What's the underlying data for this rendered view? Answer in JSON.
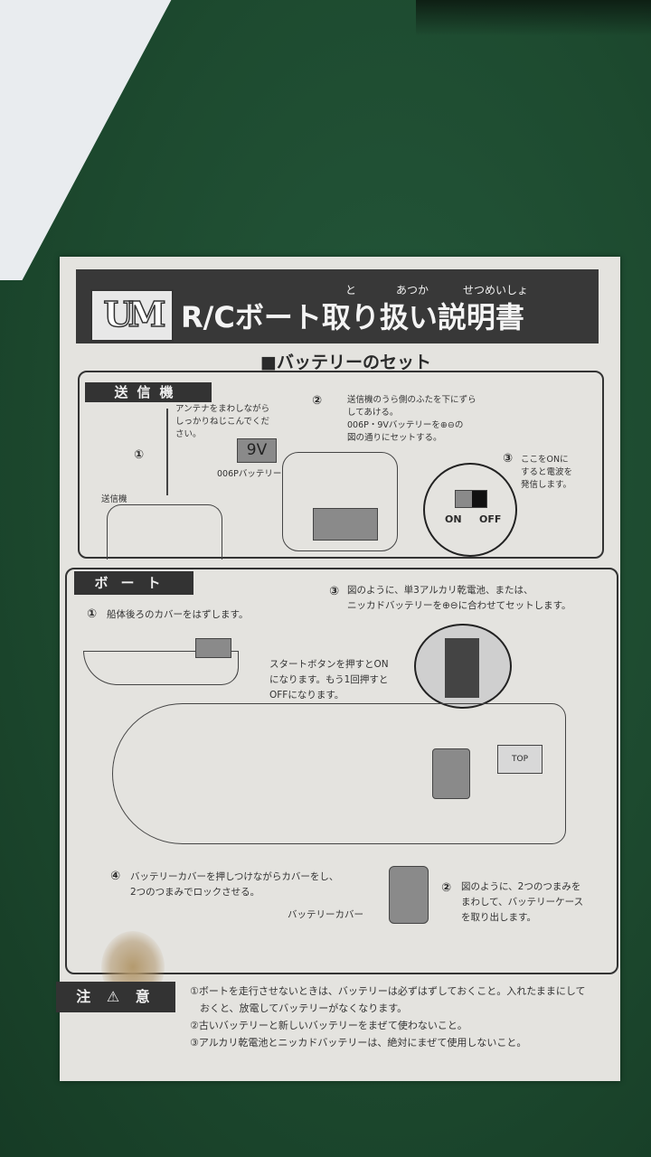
{
  "header": {
    "logo_text": "UM",
    "title": "R/Cボート取り扱い説明書",
    "ruby": [
      "と",
      "あつか",
      "せつめいしょ"
    ]
  },
  "subtitle": "■バッテリーのセット",
  "transmitter": {
    "label": "送信機",
    "step1": [
      "アンテナをまわしながら",
      "しっかりねじこんでくだ",
      "さい。"
    ],
    "step1_num": "①",
    "transmitter_label": "送信機",
    "battery_label": "9V",
    "battery_name": "006Pバッテリー",
    "step2_num": "②",
    "step2": [
      "送信機のうら側のふたを下にずら",
      "してあける。",
      "006P・9Vバッテリーを⊕⊖の",
      "図の通りにセットする。"
    ],
    "step3_num": "③",
    "step3": [
      "ここをONに",
      "すると電波を",
      "発信します。"
    ],
    "switch_on": "ON",
    "switch_off": "OFF"
  },
  "boat": {
    "label": "ボート",
    "step1_num": "①",
    "step1": "船体後ろのカバーをはずします。",
    "start_note": [
      "スタートボタンを押すとON",
      "になります。もう1回押すと",
      "OFFになります。"
    ],
    "step3_num": "③",
    "step3": [
      "図のように、単3アルカリ乾電池、または、",
      "ニッカドバッテリーを⊕⊖に合わせてセットします。"
    ],
    "top_label": "TOP",
    "step4_num": "④",
    "step4": [
      "バッテリーカバーを押しつけながらカバーをし、",
      "2つのつまみでロックさせる。"
    ],
    "cover_label": "バッテリーカバー",
    "step2_num": "②",
    "step2": [
      "図のように、2つのつまみを",
      "まわして、バッテリーケース",
      "を取り出します。"
    ]
  },
  "caution": {
    "label": "注 ⚠ 意",
    "items": [
      "①ボートを走行させないときは、バッテリーは必ずはずしておくこと。入れたままにして",
      "　おくと、放電してバッテリーがなくなります。",
      "②古いバッテリーと新しいバッテリーをまぜて使わないこと。",
      "③アルカリ乾電池とニッカドバッテリーは、絶対にまぜて使用しないこと。"
    ]
  }
}
